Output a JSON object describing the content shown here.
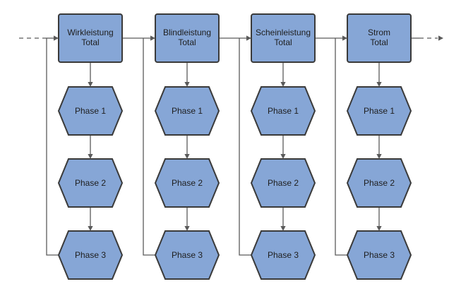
{
  "columns": [
    {
      "header": [
        "Wirkleistung",
        "Total"
      ],
      "phases": [
        "Phase 1",
        "Phase 2",
        "Phase 3"
      ]
    },
    {
      "header": [
        "Blindleistung",
        "Total"
      ],
      "phases": [
        "Phase 1",
        "Phase 2",
        "Phase 3"
      ]
    },
    {
      "header": [
        "Scheinleistung",
        "Total"
      ],
      "phases": [
        "Phase 1",
        "Phase 2",
        "Phase 3"
      ]
    },
    {
      "header": [
        "Strom",
        "Total"
      ],
      "phases": [
        "Phase 1",
        "Phase 2",
        "Phase 3"
      ]
    }
  ],
  "colors": {
    "node_fill": "#86a6d6",
    "node_stroke": "#3a3a3a",
    "connector": "#5a5a5a"
  }
}
